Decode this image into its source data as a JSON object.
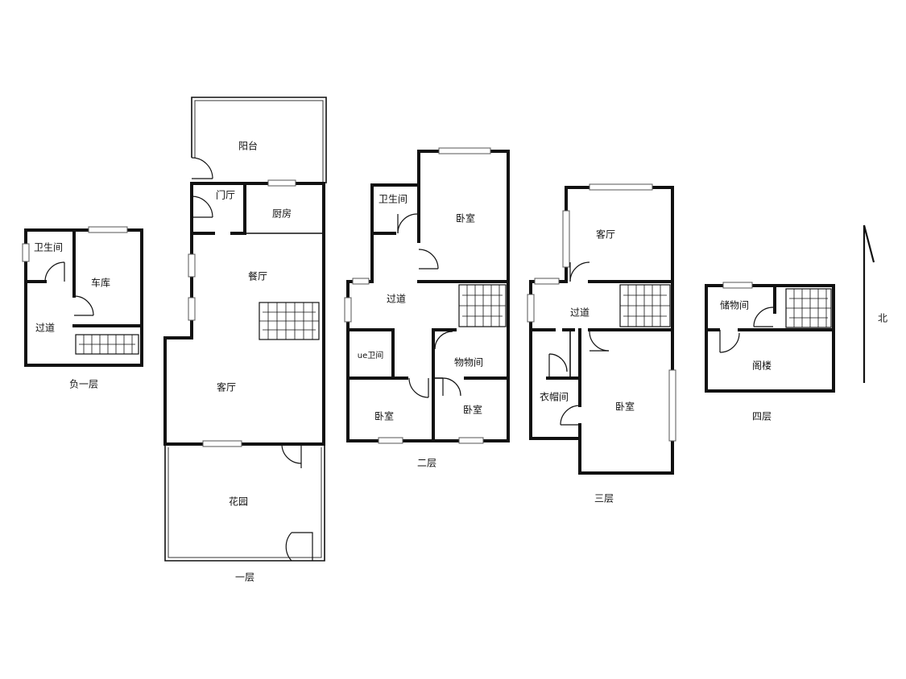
{
  "floors": {
    "b1": {
      "label": "负一层",
      "rooms": {
        "bath": "卫生间",
        "garage": "车库",
        "corridor": "过道"
      }
    },
    "f1": {
      "label": "一层",
      "rooms": {
        "balcony": "阳台",
        "foyer": "门厅",
        "kitchen": "厨房",
        "dining": "餐厅",
        "living": "客厅",
        "garden": "花园"
      }
    },
    "f2": {
      "label": "二层",
      "rooms": {
        "bath": "卫生间",
        "bed_ne": "卧室",
        "corridor": "过道",
        "wc": "ue卫间",
        "storage": "物物间",
        "bed_sw": "卧室",
        "bed_se": "卧室"
      }
    },
    "f3": {
      "label": "三层",
      "rooms": {
        "living": "客厅",
        "corridor": "过道",
        "cloak": "衣帽间",
        "bed": "卧室"
      }
    },
    "f4": {
      "label": "四层",
      "rooms": {
        "storage": "储物间",
        "attic": "阁楼"
      }
    }
  },
  "compass": {
    "label": "北"
  }
}
